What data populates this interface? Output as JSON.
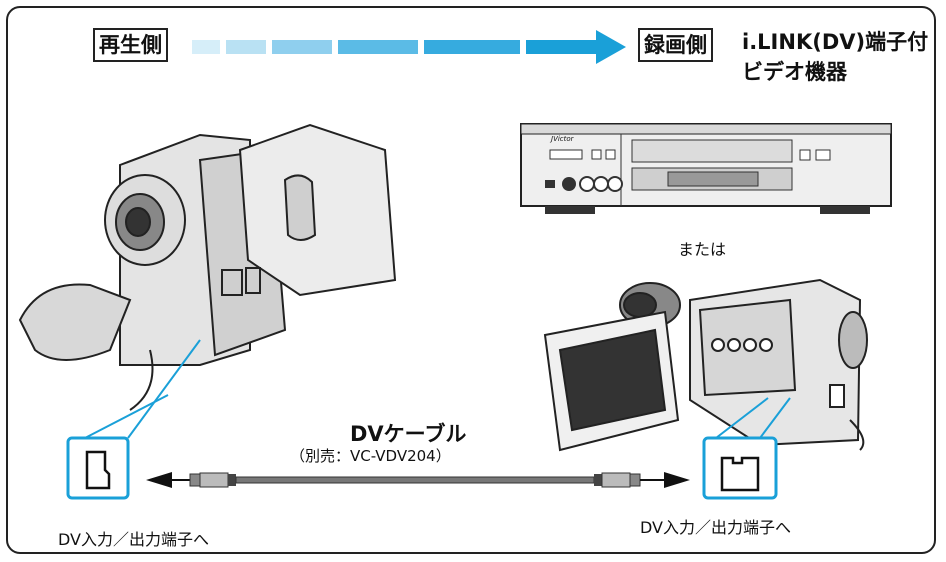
{
  "playback_label": "再生側",
  "record_label": "録画側",
  "device_title_line1": "i.LINK(DV)端子付",
  "device_title_line2": "ビデオ機器",
  "vcr_brand": "JVictor",
  "or_label": "または",
  "cable_title": "DVケーブル",
  "cable_subtitle": "（別売：VC-VDV204）",
  "left_port_caption": "DV入力／出力端子へ",
  "right_port_caption": "DV入力／出力端子へ",
  "colors": {
    "accent_blue": "#1aa0d8",
    "light_blue": "#d6eef9",
    "gray": "#c8c8c8"
  }
}
